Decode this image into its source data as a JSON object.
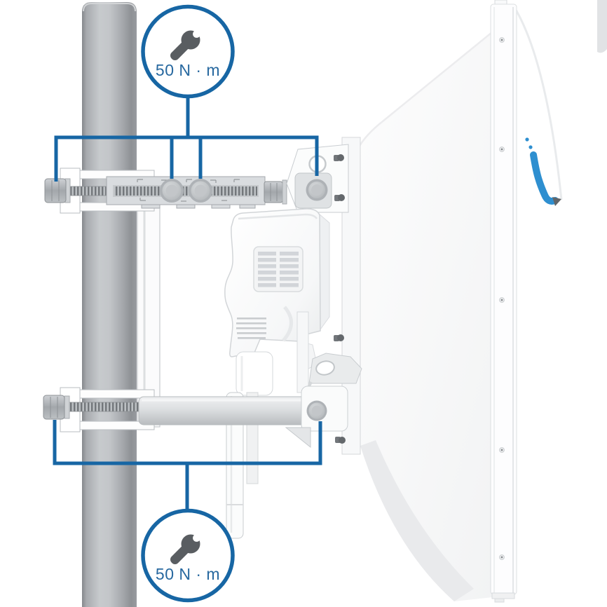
{
  "diagram": {
    "title": "antenna-pole-mount-torque-diagram",
    "callouts": {
      "top": {
        "label": "50 N · m"
      },
      "bottom": {
        "label": "50 N · m"
      }
    },
    "icons": [
      {
        "name": "wrench-icon",
        "meaning": "tighten-to-torque"
      },
      {
        "name": "ubiquiti-logo",
        "meaning": "brand-mark-on-dish"
      }
    ],
    "colors": {
      "callout_blue": "#1766a4",
      "text_blue": "#27689f",
      "wrench_gray": "#595d61",
      "logo_blue": "#2e8fd0",
      "pole_gray": "#a9adb1",
      "hardware_gray": "#d9dcdf",
      "background": "#ffffff"
    }
  }
}
